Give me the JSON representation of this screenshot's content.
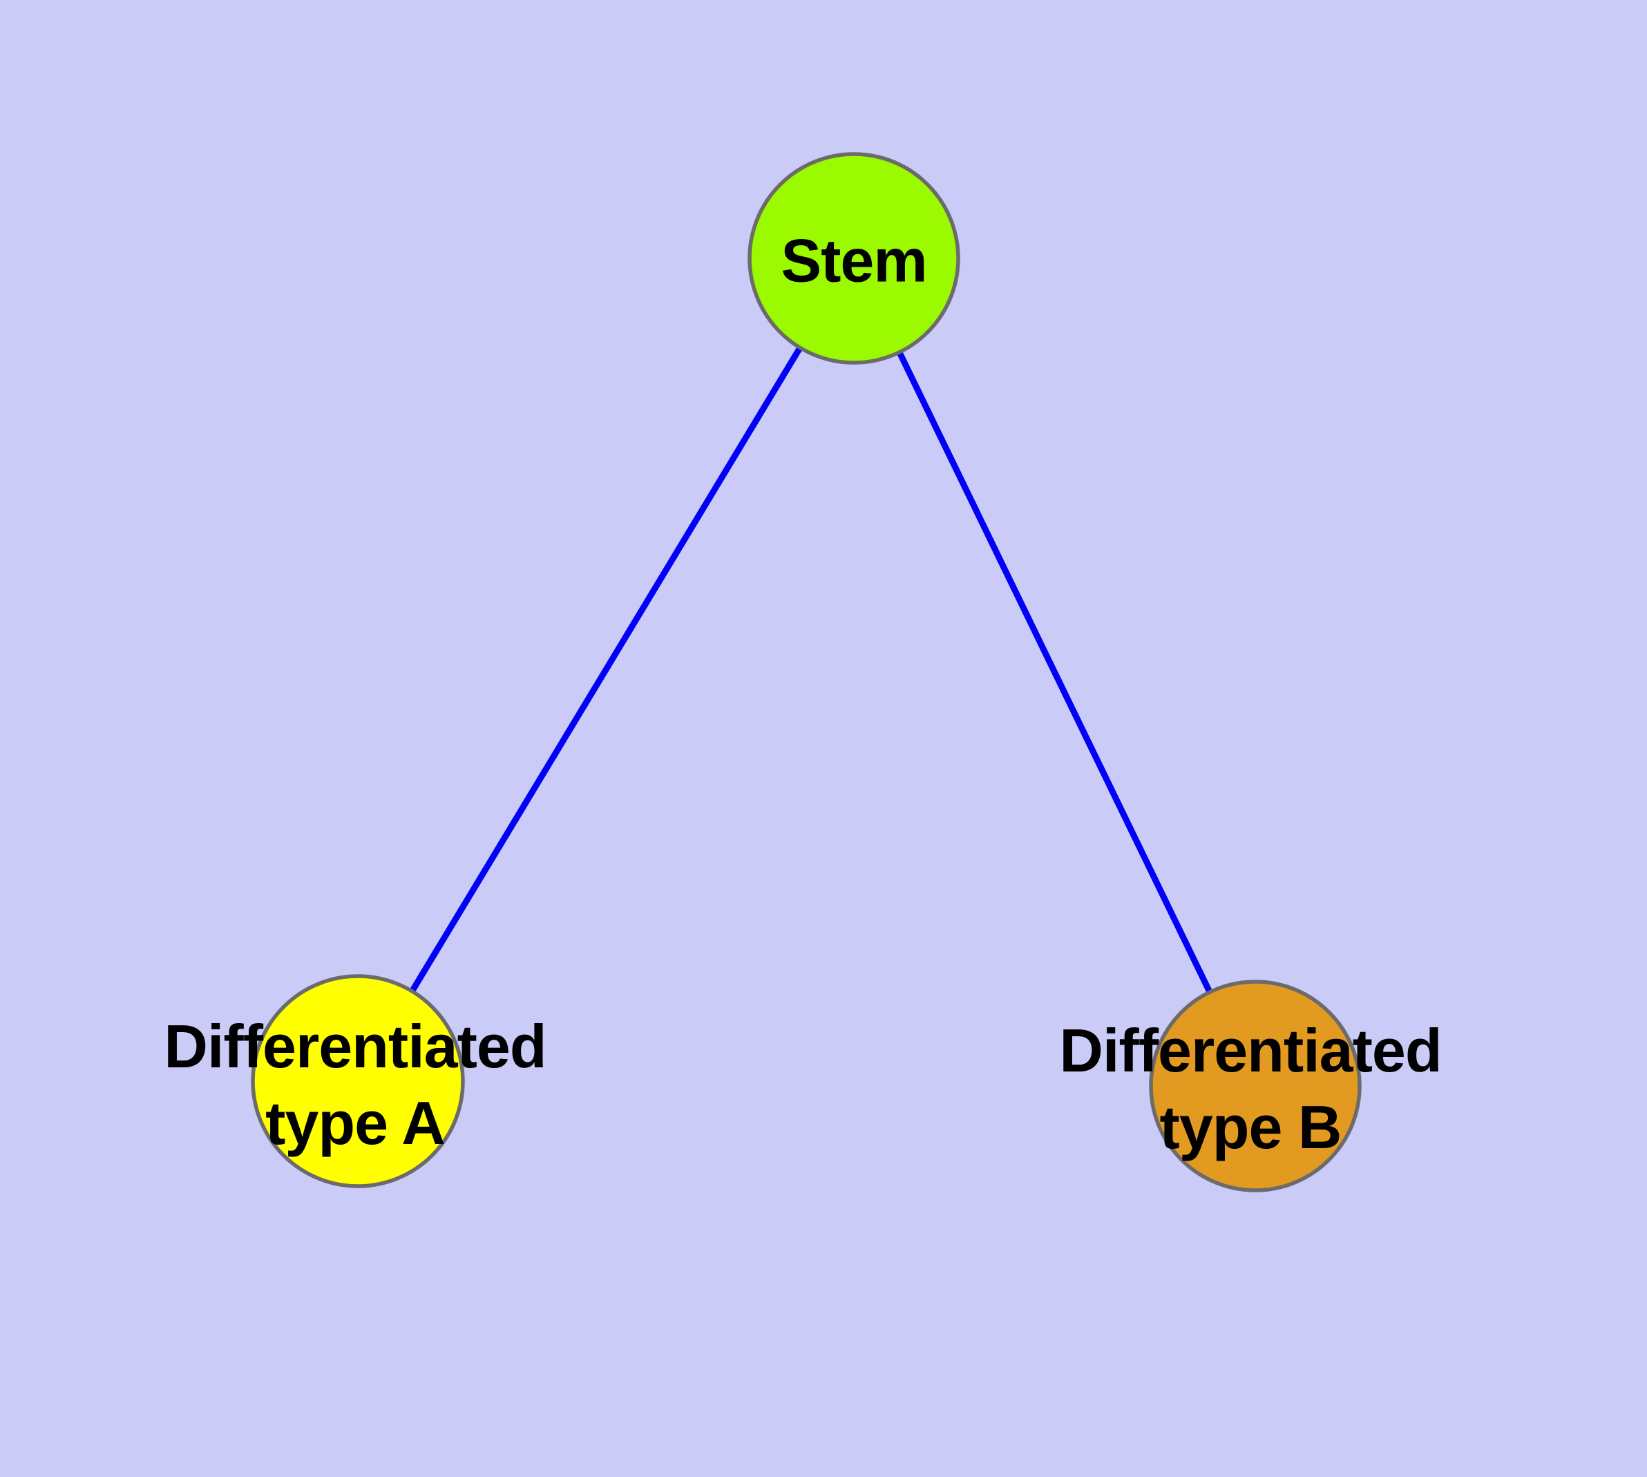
{
  "diagram": {
    "type": "graph",
    "background_color": "#cbcbf7",
    "node_border_color": "#6b6b6b",
    "edge_color": "#0000f8",
    "label_color": "#000000",
    "nodes": [
      {
        "id": "stem",
        "label": "Stem",
        "fill": "#9bf900"
      },
      {
        "id": "differentiated-type-a",
        "label_line1": "Differentiated",
        "label_line2": "type A",
        "fill": "#ffff00"
      },
      {
        "id": "differentiated-type-b",
        "label_line1": "Differentiated",
        "label_line2": "type B",
        "fill": "#e39a20"
      }
    ],
    "edges": [
      {
        "from": "stem",
        "to": "differentiated-type-a"
      },
      {
        "from": "stem",
        "to": "differentiated-type-b"
      }
    ]
  }
}
